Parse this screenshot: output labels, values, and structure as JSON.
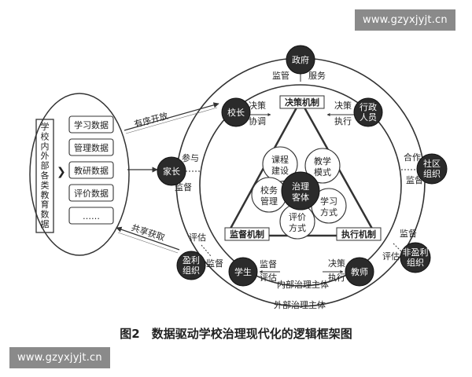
{
  "watermark_top": "www.gzyxjyjt.cn",
  "watermark_bottom": "www.gzyxjyjt.cn",
  "caption": "图2　数据驱动学校治理现代化的逻辑框架图",
  "data_panel": {
    "vertical_label": [
      "学",
      "校",
      "内",
      "外",
      "部",
      "各",
      "类",
      "教",
      "育",
      "数",
      "据"
    ],
    "arrow_glyph": "❯",
    "items": [
      "学习数据",
      "管理数据",
      "教研数据",
      "评价数据",
      "……"
    ]
  },
  "flows": {
    "ordered_open": "有序开放",
    "shared_access": "共享获取"
  },
  "nodes": {
    "government": "政府",
    "principal": "校长",
    "admin_staff": [
      "行政",
      "人员"
    ],
    "parents": "家长",
    "community": [
      "社区",
      "组织"
    ],
    "profit_org": [
      "盈利",
      "组织"
    ],
    "nonprofit_org": [
      "非盈利",
      "组织"
    ],
    "students": "学生",
    "teachers": "教师"
  },
  "edge_labels": {
    "supervise": "监管",
    "serve": "服务",
    "decide": "决策",
    "coordinate": "协调",
    "execute": "执行",
    "participate": "参与",
    "supervise2": "监督",
    "cooperate": "合作",
    "supervise_right": "监督",
    "evaluate_left": "评估",
    "supervise_left": "监督",
    "supervise_right2": "监督",
    "evaluate_right": "评估",
    "student_supervise": "监督",
    "student_evaluate": "评估",
    "teacher_decide": "决策",
    "teacher_execute": "执行"
  },
  "mechanisms": {
    "decision": "决策机制",
    "supervision": "监督机制",
    "execution": "执行机制"
  },
  "core": {
    "center": [
      "治理",
      "客体"
    ],
    "petals": [
      [
        "课程",
        "建设"
      ],
      [
        "教学",
        "模式"
      ],
      [
        "学习",
        "方式"
      ],
      [
        "评价",
        "方式"
      ],
      [
        "校务",
        "管理"
      ]
    ]
  },
  "ring_labels": {
    "inner": "内部治理主体",
    "outer": "外部治理主体"
  }
}
